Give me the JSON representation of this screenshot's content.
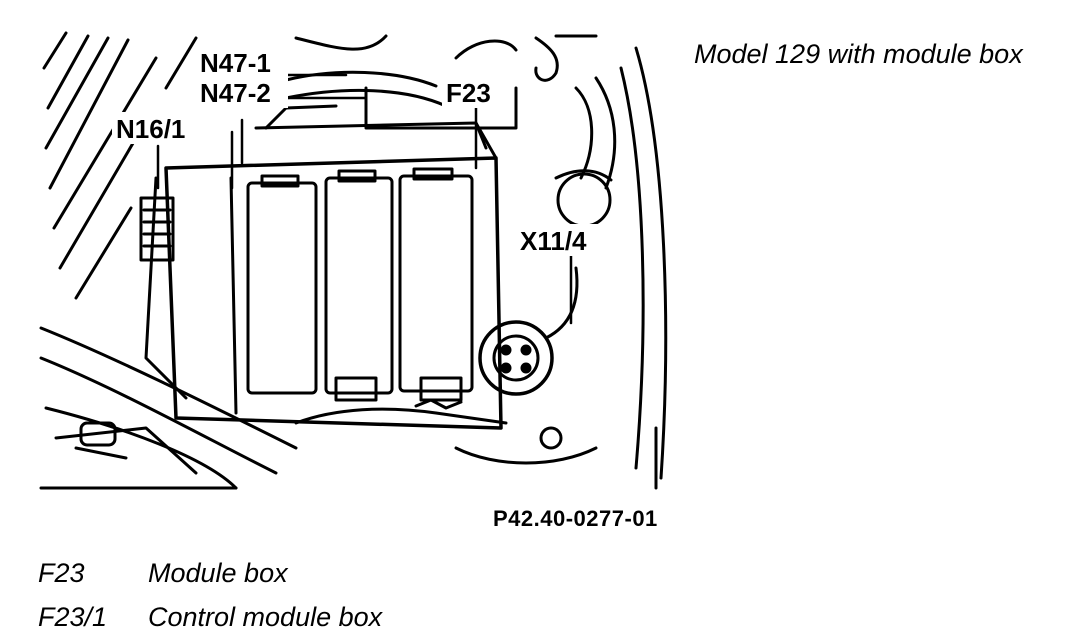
{
  "caption": "Model 129 with module box",
  "figure_code": "P42.40-0277-01",
  "callouts": {
    "n47_1": "N47-1",
    "n47_2": "N47-2",
    "n16_1": "N16/1",
    "f23": "F23",
    "x11_4": "X11/4"
  },
  "legend": [
    {
      "code": "F23",
      "description": "Module box"
    },
    {
      "code": "F23/1",
      "description": "Control module box"
    }
  ]
}
